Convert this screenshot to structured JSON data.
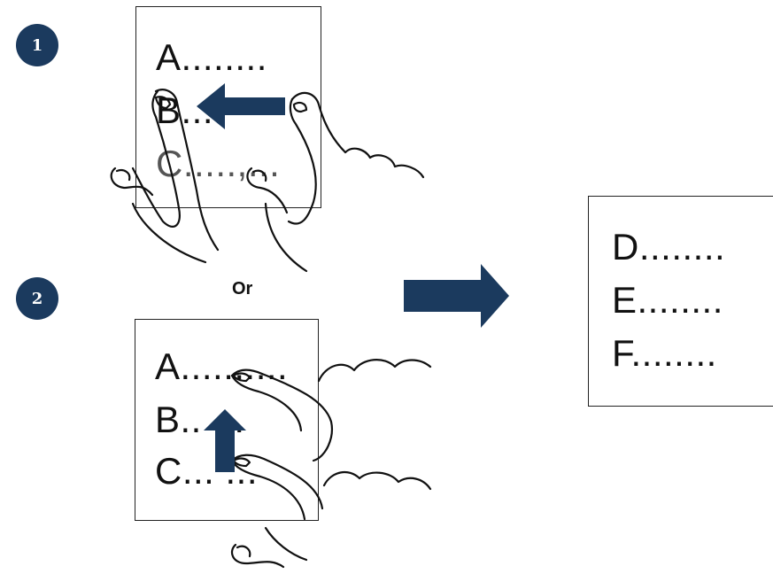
{
  "colors": {
    "navy": "#1b3a5e",
    "ink": "#111111",
    "outline": "#222222"
  },
  "steps": [
    {
      "number": "1",
      "lines": [
        "A........",
        "B...",
        "C.....,..."
      ],
      "gesture": "two-finger-swipe-left",
      "arrow_icon": "arrow-left-icon"
    },
    {
      "number": "2",
      "lines": [
        "A..........",
        "B..  ...",
        "C...  ..."
      ],
      "gesture": "two-finger-swipe-up",
      "arrow_icon": "arrow-up-icon"
    }
  ],
  "or_label": "Or",
  "result_arrow_icon": "arrow-right-icon",
  "result_card": {
    "lines": [
      "D........",
      "E........",
      "F........"
    ]
  }
}
